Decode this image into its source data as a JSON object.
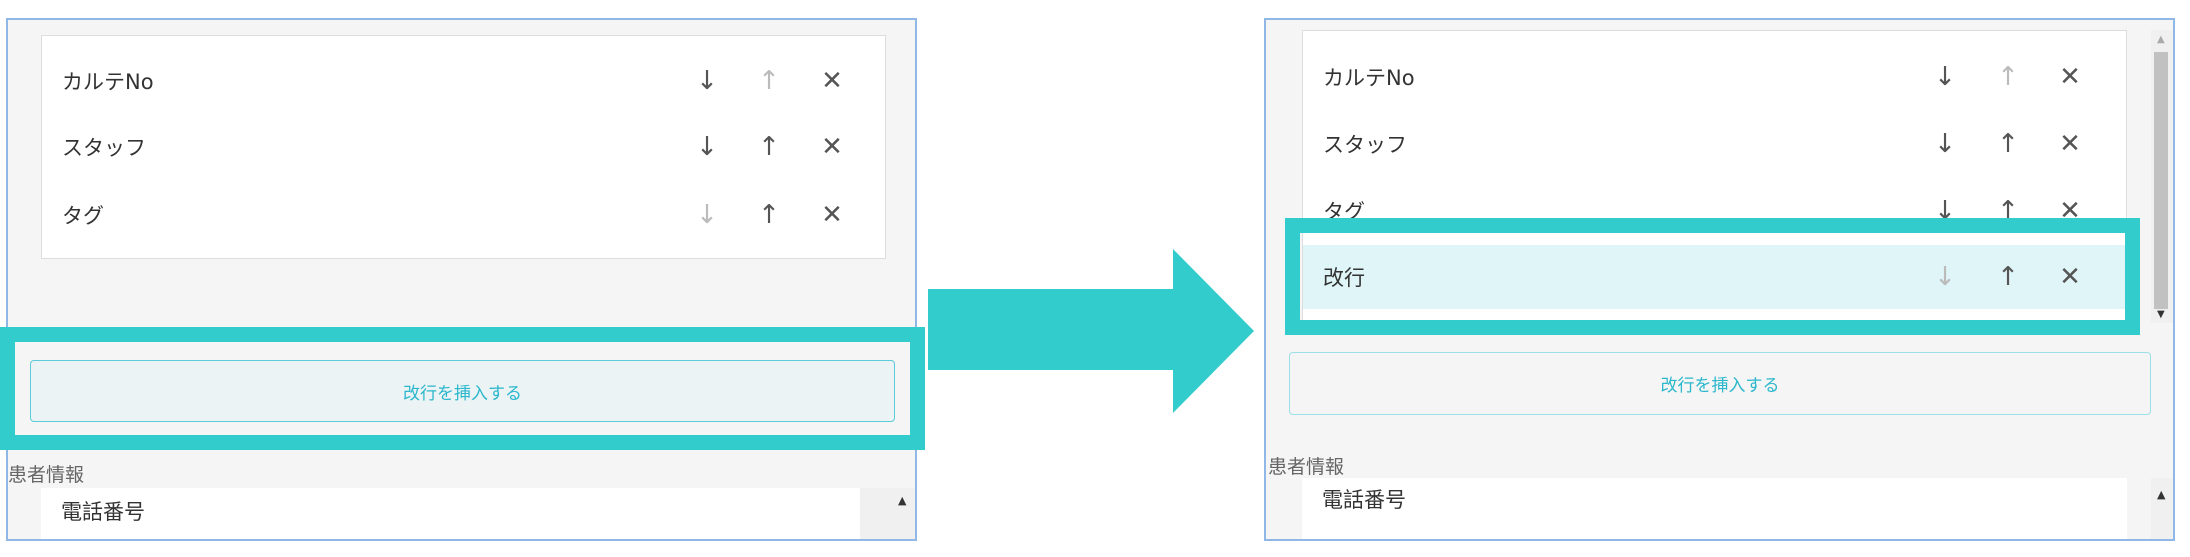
{
  "before": {
    "items": [
      {
        "label": "カルテNo",
        "down_enabled": true,
        "up_enabled": false
      },
      {
        "label": "スタッフ",
        "down_enabled": true,
        "up_enabled": true
      },
      {
        "label": "タグ",
        "down_enabled": false,
        "up_enabled": true
      }
    ],
    "insert_button": "改行を挿入する",
    "section_title": "患者情報",
    "section_item": "電話番号"
  },
  "after": {
    "items": [
      {
        "label": "カルテNo",
        "down_enabled": true,
        "up_enabled": false
      },
      {
        "label": "スタッフ",
        "down_enabled": true,
        "up_enabled": true
      },
      {
        "label": "タグ",
        "down_enabled": true,
        "up_enabled": true
      },
      {
        "label": "改行",
        "down_enabled": false,
        "up_enabled": true
      }
    ],
    "insert_button": "改行を挿入する",
    "section_title": "患者情報",
    "section_item": "電話番号"
  },
  "icons": {
    "down": "↓",
    "up": "↑",
    "remove": "✕"
  },
  "colors": {
    "highlight": "#33cccc",
    "accent": "#2bb7cc",
    "new_row_bg": "#dff5f7"
  }
}
